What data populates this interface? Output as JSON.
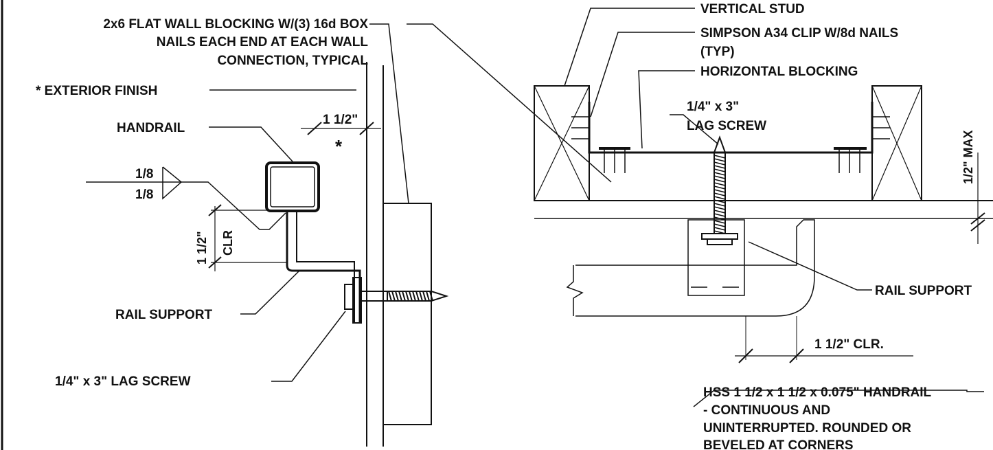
{
  "colors": {
    "ink": "#111111",
    "paper": "#ffffff"
  },
  "left_detail": {
    "blocking_note": [
      "2x6 FLAT WALL BLOCKING W/(3) 16d BOX",
      "NAILS EACH END AT EACH WALL",
      "CONNECTION, TYPICAL"
    ],
    "exterior_finish": "* EXTERIOR FINISH",
    "handrail": "HANDRAIL",
    "dim_finish": "1 1/2\"",
    "asterisk": "*",
    "weld_top": "1/8",
    "weld_bottom": "1/8",
    "clearance_dim": "1 1/2\"",
    "clearance_label": "CLR",
    "rail_support": "RAIL SUPPORT",
    "lag_screw": "1/4\" x 3\" LAG SCREW"
  },
  "right_detail": {
    "vertical_stud": "VERTICAL STUD",
    "clip_note_1": "SIMPSON A34 CLIP W/8d NAILS",
    "clip_note_2": "(TYP)",
    "horizontal_blocking": "HORIZONTAL BLOCKING",
    "lag_screw_1": "1/4\" x 3\"",
    "lag_screw_2": "LAG SCREW",
    "max_dim": "1/2\" MAX",
    "rail_support": "RAIL SUPPORT",
    "clearance": "1 1/2\" CLR.",
    "handrail_note": [
      "HSS 1 1/2 x 1 1/2 x 0.075\" HANDRAIL",
      "- CONTINUOUS AND",
      "UNINTERRUPTED. ROUNDED OR",
      "BEVELED AT CORNERS"
    ]
  }
}
